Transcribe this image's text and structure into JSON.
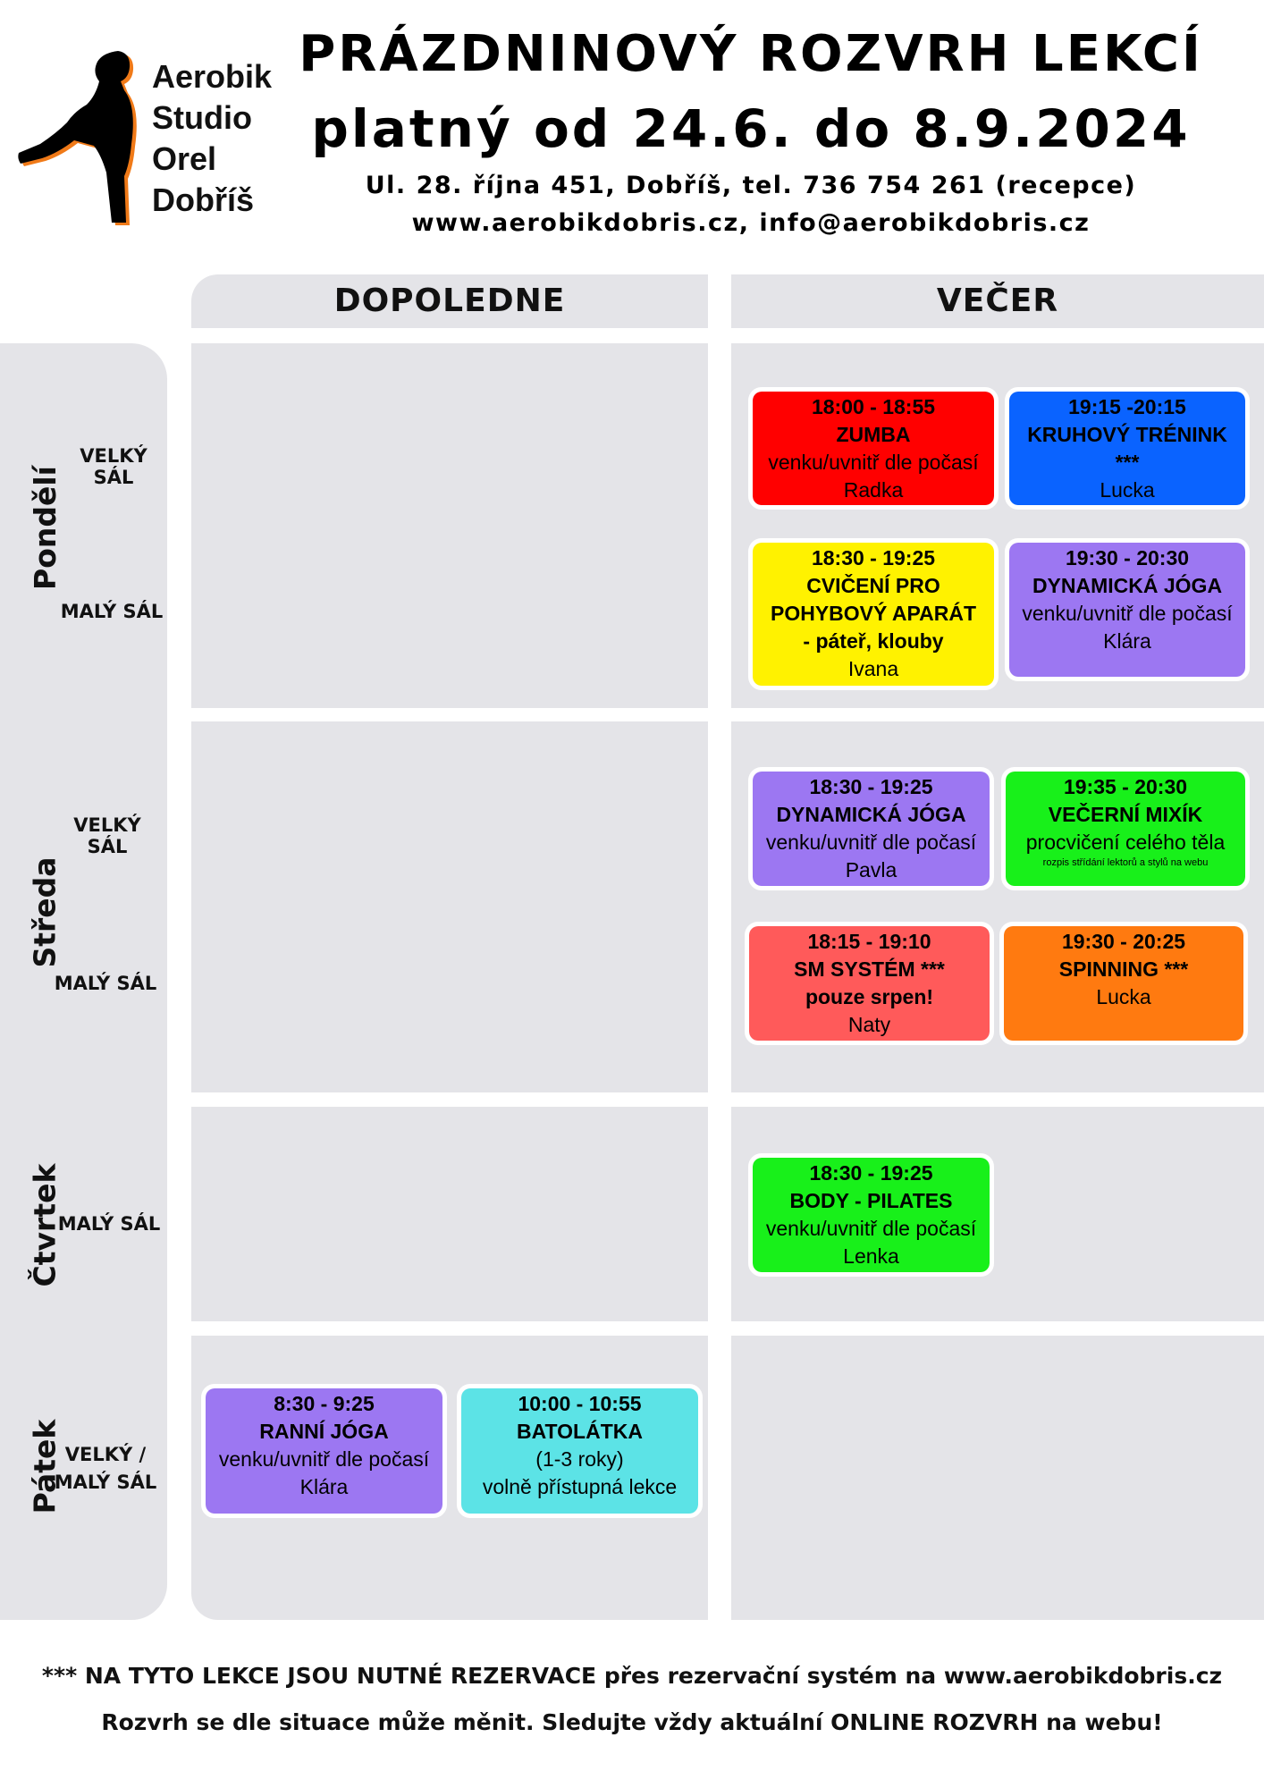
{
  "logo": {
    "lines": [
      "Aerobik",
      "Studio",
      "Orel",
      "Dobříš"
    ]
  },
  "header": {
    "title": "PRÁZDNINOVÝ ROZVRH LEKCÍ",
    "validity": "platný od 24.6. do 8.9.2024",
    "address": "Ul. 28. října 451, Dobříš, tel. 736 754 261 (recepce)",
    "web": "www.aerobikdobris.cz, info@aerobikdobris.cz"
  },
  "columns": {
    "morning": "DOPOLEDNE",
    "evening": "VEČER"
  },
  "days": {
    "monday": {
      "name": "Pondělí",
      "rooms": [
        "VELKÝ SÁL",
        "MALÝ SÁL"
      ]
    },
    "wednesday": {
      "name": "Středa",
      "rooms": [
        "VELKÝ SÁL",
        "MALÝ SÁL"
      ]
    },
    "thursday": {
      "name": "Čtvrtek",
      "rooms": [
        "MALÝ SÁL"
      ]
    },
    "friday": {
      "name": "Pátek",
      "rooms": [
        "VELKÝ /",
        "MALÝ SÁL"
      ]
    }
  },
  "colors": {
    "red": "#ff0000",
    "blue": "#0a63ff",
    "yellow": "#fff200",
    "purple": "#9c77f2",
    "green": "#18f01a",
    "salmon": "#ff5a5a",
    "orange": "#ff7a10",
    "cyan": "#5ce3e6",
    "panel": "#e4e4e8"
  },
  "lessons": {
    "mon_zumba": {
      "time": "18:00 - 18:55",
      "name": "ZUMBA",
      "detail": "venku/uvnitř dle počasí",
      "trainer": "Radka"
    },
    "mon_kruh": {
      "time": "19:15 -20:15",
      "name": "KRUHOVÝ TRÉNINK",
      "detail": "***",
      "trainer": "Lucka"
    },
    "mon_cviceni": {
      "time": "18:30 - 19:25",
      "name": "CVIČENÍ PRO",
      "name2": "POHYBOVÝ APARÁT",
      "name3": "- páteř, klouby",
      "trainer": "Ivana"
    },
    "mon_joga": {
      "time": "19:30 - 20:30",
      "name": "DYNAMICKÁ JÓGA",
      "detail": "venku/uvnitř dle počasí",
      "trainer": "Klára"
    },
    "wed_joga": {
      "time": "18:30 - 19:25",
      "name": "DYNAMICKÁ JÓGA",
      "detail": "venku/uvnitř dle počasí",
      "trainer": "Pavla"
    },
    "wed_mixik": {
      "time": "19:35 - 20:30",
      "name": "VEČERNÍ MIXÍK",
      "detail": "procvičení celého těla",
      "note": "rozpis střídání lektorů a stylů na webu"
    },
    "wed_sm": {
      "time": "18:15 - 19:10",
      "name": "SM SYSTÉM ***",
      "name2": "pouze srpen!",
      "trainer": "Naty"
    },
    "wed_spinning": {
      "time": "19:30 - 20:25",
      "name": "SPINNING ***",
      "trainer": "Lucka"
    },
    "thu_pilates": {
      "time": "18:30 - 19:25",
      "name": "BODY - PILATES",
      "detail": "venku/uvnitř dle počasí",
      "trainer": "Lenka"
    },
    "fri_joga": {
      "time": "8:30 - 9:25",
      "name": "RANNÍ JÓGA",
      "detail": "venku/uvnitř dle počasí",
      "trainer": "Klára"
    },
    "fri_batolatka": {
      "time": "10:00 - 10:55",
      "name": "BATOLÁTKA",
      "detail": "(1-3 roky)",
      "trainer": "volně přístupná lekce"
    }
  },
  "footer": {
    "line1": "*** NA TYTO LEKCE JSOU NUTNÉ REZERVACE přes rezervační systém na www.aerobikdobris.cz",
    "line2": "Rozvrh se dle situace může měnit. Sledujte vždy aktuální ONLINE ROZVRH na webu!"
  }
}
